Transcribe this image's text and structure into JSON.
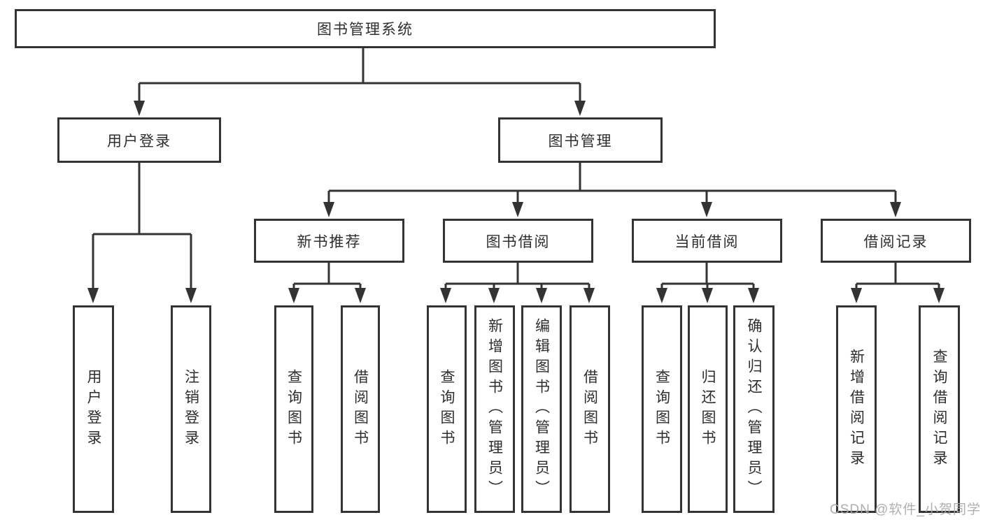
{
  "diagram": {
    "type": "tree",
    "tree": {
      "label": "图书管理系统",
      "children": [
        {
          "label": "用户登录",
          "children": [
            {
              "label": "用户登录"
            },
            {
              "label": "注销登录"
            }
          ]
        },
        {
          "label": "图书管理",
          "children": [
            {
              "label": "新书推荐",
              "children": [
                {
                  "label": "查询图书"
                },
                {
                  "label": "借阅图书"
                }
              ]
            },
            {
              "label": "图书借阅",
              "children": [
                {
                  "label": "查询图书"
                },
                {
                  "label": "新增图书（管理员）"
                },
                {
                  "label": "编辑图书（管理员）"
                },
                {
                  "label": "借阅图书"
                }
              ]
            },
            {
              "label": "当前借阅",
              "children": [
                {
                  "label": "查询图书"
                },
                {
                  "label": "归还图书"
                },
                {
                  "label": "确认归还（管理员）"
                }
              ]
            },
            {
              "label": "借阅记录",
              "children": [
                {
                  "label": "新增借阅记录"
                },
                {
                  "label": "查询借阅记录"
                }
              ]
            }
          ]
        }
      ]
    },
    "colors": {
      "line": "#333333",
      "box_border": "#333333",
      "text": "#2e2e2e",
      "background": "#ffffff",
      "watermark": "#a8a8a8"
    }
  },
  "watermark": "CSDN @软件_小贺同学"
}
